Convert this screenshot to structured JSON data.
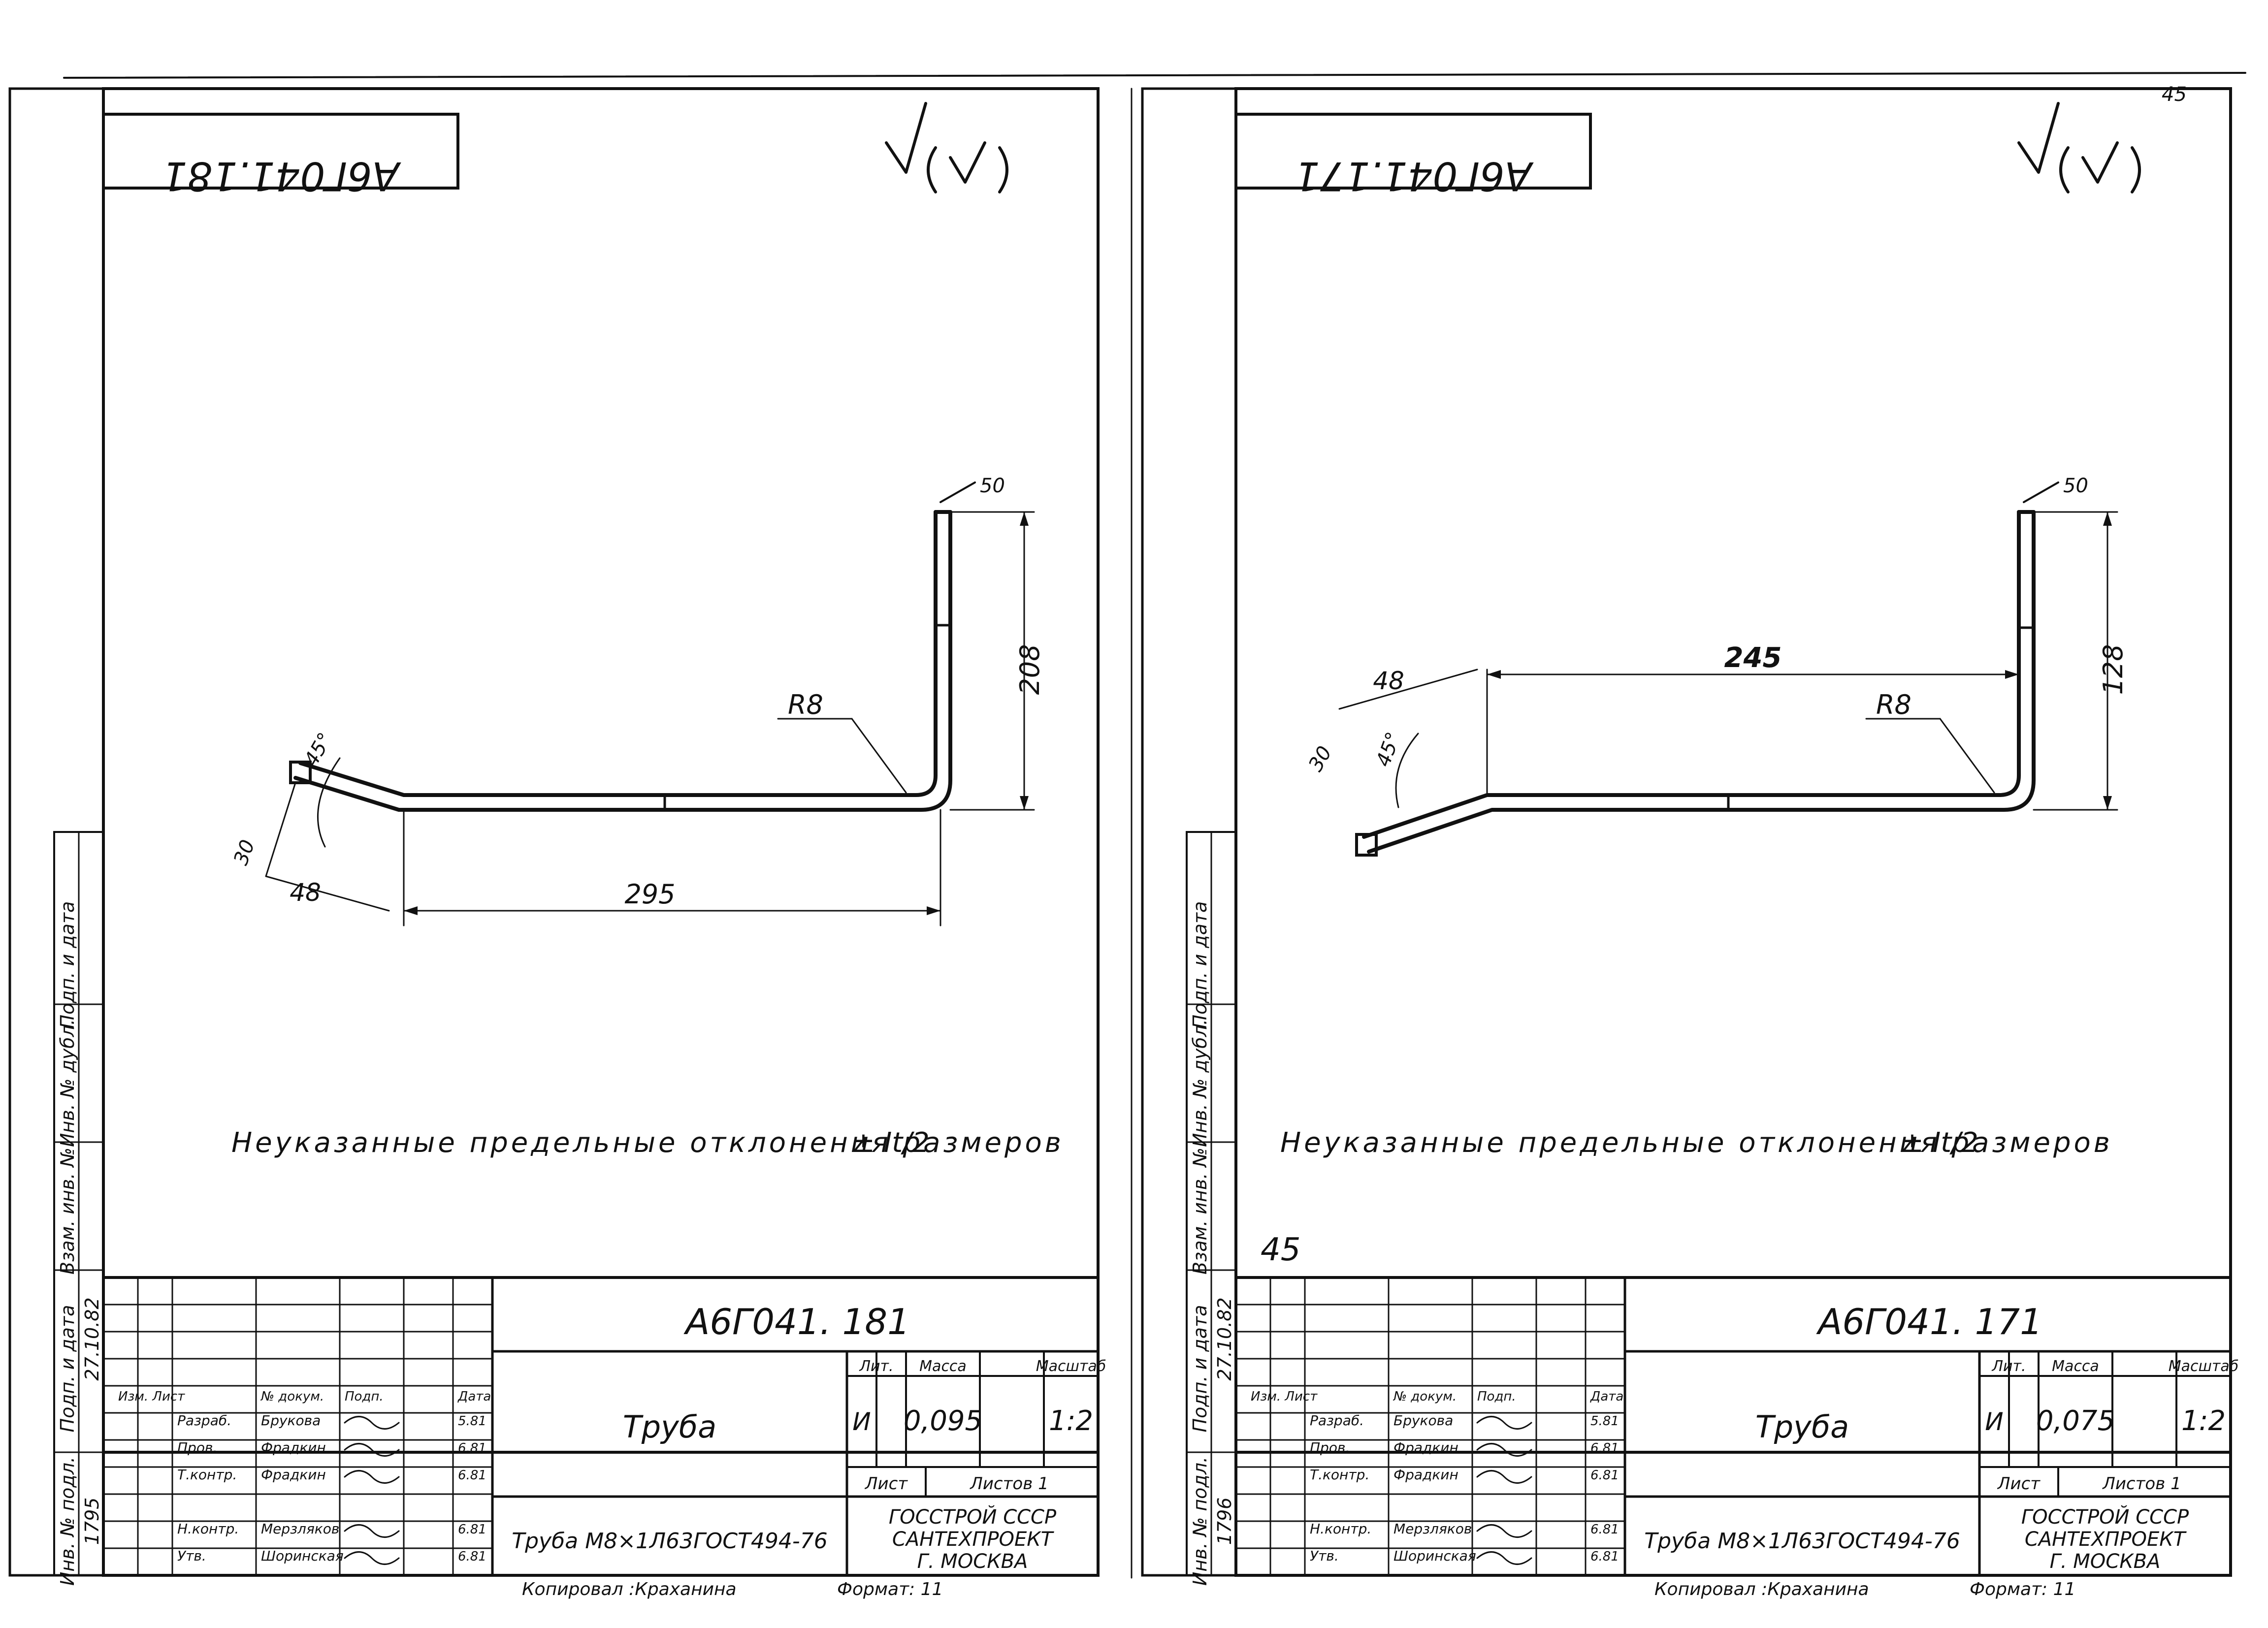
{
  "page_number": "45",
  "corner_mark": "45",
  "sheets": [
    {
      "id": "right",
      "stamp_top": "А6Г041.171",
      "code": "А6Г041. 171",
      "title": "Труба",
      "material": "Труба М8×1Л63ГОСТ494-76",
      "lit": "И",
      "mass": "0,075",
      "scale": "1:2",
      "org1": "ГОССТРОЙ СССР",
      "org2": "САНТЕХПРОЕКТ",
      "org3": "Г. МОСКВА",
      "dims": {
        "top": "50",
        "len": "245",
        "end": "48",
        "angle": "45°",
        "radius": "R8",
        "height": "128",
        "cut": "30"
      },
      "note": "Неуказанные предельные отклонения размеров",
      "tol": "± It/2",
      "inv": "1796",
      "sign_date": "27.10.82"
    },
    {
      "id": "left",
      "stamp_top": "А6Г041.181",
      "code": "А6Г041. 181",
      "title": "Труба",
      "material": "Труба М8×1Л63ГОСТ494-76",
      "lit": "И",
      "mass": "0,095",
      "scale": "1:2",
      "org1": "ГОССТРОЙ СССР",
      "org2": "САНТЕХПРОЕКТ",
      "org3": "Г. МОСКВА",
      "dims": {
        "top": "50",
        "len": "295",
        "end": "48",
        "angle": "45°",
        "radius": "R8",
        "height": "208",
        "cut": "30"
      },
      "note": "Неуказанные предельные отклонения размеров",
      "tol": "± It/2",
      "inv": "1795",
      "sign_date": "27.10.82"
    }
  ],
  "labels": {
    "lit": "Лит.",
    "mass": "Масса",
    "scale": "Масштаб",
    "sheet": "Лист",
    "sheets": "Листов 1",
    "izm": "Изм. Лист",
    "doc": "№ докум.",
    "podp": "Подп.",
    "date": "Дата",
    "razrab": "Разраб.",
    "prov": "Пров.",
    "tkontr": "Т.контр.",
    "nkontr": "Н.контр.",
    "utv": "Утв.",
    "side1": "Подп. и дата",
    "side2": "Инв. № дубл.",
    "side3": "Взам. инв. №",
    "side4": "Подп. и дата",
    "side5": "Инв. № подл."
  },
  "people": [
    {
      "role": "razrab",
      "name": "Брукова",
      "date": "5.81"
    },
    {
      "role": "prov",
      "name": "Фрадкин",
      "date": "6.81"
    },
    {
      "role": "tkontr",
      "name": "Фрадкин",
      "date": "6.81"
    },
    {
      "role": "nkontr",
      "name": "Мерзляков",
      "date": "6.81"
    },
    {
      "role": "utv",
      "name": "Шоринская",
      "date": "6.81"
    }
  ],
  "footer": {
    "copied": "Копировал :Краханина",
    "format": "Формат: 11"
  }
}
